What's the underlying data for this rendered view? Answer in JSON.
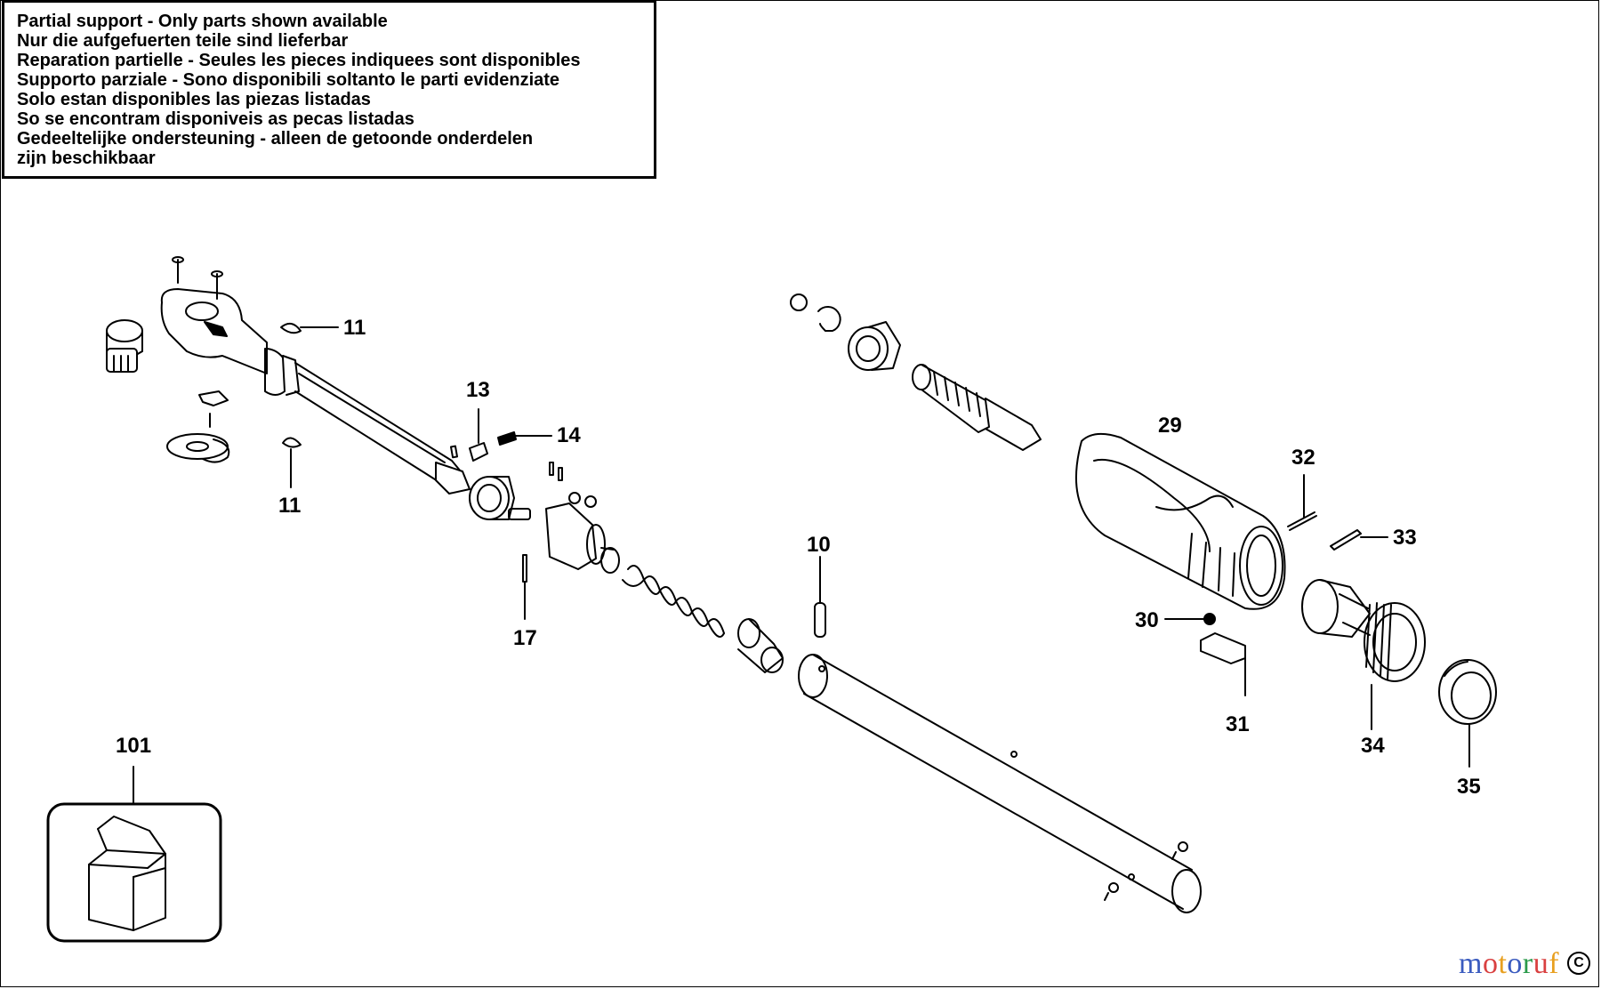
{
  "notice": {
    "lines": [
      "Partial support - Only parts shown available",
      "Nur die aufgefuerten teile sind lieferbar",
      "Reparation partielle - Seules les pieces indiquees sont disponibles",
      "Supporto parziale - Sono disponibili soltanto le parti evidenziate",
      "Solo estan disponibles las piezas listadas",
      "So se encontram disponiveis as pecas listadas",
      "Gedeeltelijke ondersteuning - alleen de getoonde onderdelen",
      "zijn beschikbaar"
    ]
  },
  "callouts": {
    "p11a": "11",
    "p11b": "11",
    "p13": "13",
    "p14": "14",
    "p17": "17",
    "p10": "10",
    "p29": "29",
    "p32": "32",
    "p33": "33",
    "p30": "30",
    "p31": "31",
    "p34": "34",
    "p35": "35",
    "p101": "101"
  },
  "watermark": {
    "letters": [
      "m",
      "o",
      "t",
      "o",
      "r",
      "u",
      "f"
    ],
    "colors": [
      "#3a5bbf",
      "#d94040",
      "#e8a020",
      "#3a5bbf",
      "#2a9a4a",
      "#d94040",
      "#e8a020"
    ],
    "corner": "C"
  }
}
